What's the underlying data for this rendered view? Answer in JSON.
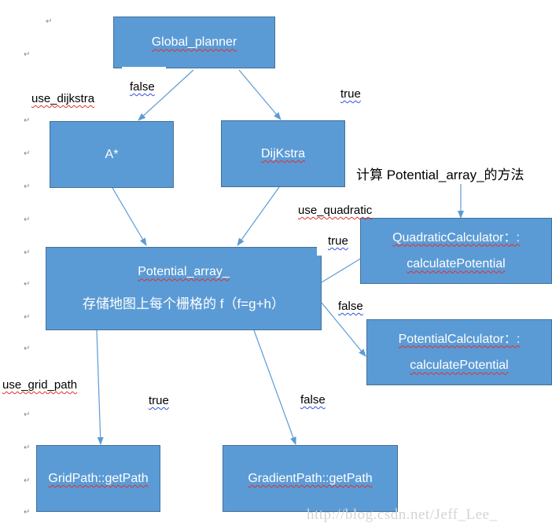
{
  "diagram": {
    "colors": {
      "box_fill": "#5b9bd5",
      "box_border": "#41719c",
      "arrow": "#5b9bd5",
      "text_on_box": "#ffffff",
      "label_text": "#000000"
    },
    "nodes": {
      "global_planner": {
        "label": "Global_planner"
      },
      "astar": {
        "label": "A*"
      },
      "dijkstra": {
        "label": "DijKstra"
      },
      "potential_array": {
        "line1": "Potential_array_",
        "line2": "存储地图上每个栅格的 f（f=g+h）"
      },
      "quadratic_calculator": {
        "line1": "QuadraticCalculator：:",
        "line2": "calculatePotential"
      },
      "potential_calculator": {
        "line1": "PotentialCalculator：:",
        "line2": "calculatePotential"
      },
      "grid_path": {
        "label": "GridPath::getPath"
      },
      "gradient_path": {
        "label": "GradientPath::getPath"
      }
    },
    "labels": {
      "use_dijkstra": "use_dijkstra",
      "dijkstra_false": "false",
      "dijkstra_true": "true",
      "calc_method_note": "计算 Potential_array_的方法",
      "use_quadratic": "use_quadratic",
      "quadratic_true": "true",
      "quadratic_false": "false",
      "use_grid_path": "use_grid_path",
      "grid_true": "true",
      "grid_false": "false"
    },
    "paragraph_mark": "↵",
    "watermark": "http://blog.csdn.net/Jeff_Lee_"
  }
}
